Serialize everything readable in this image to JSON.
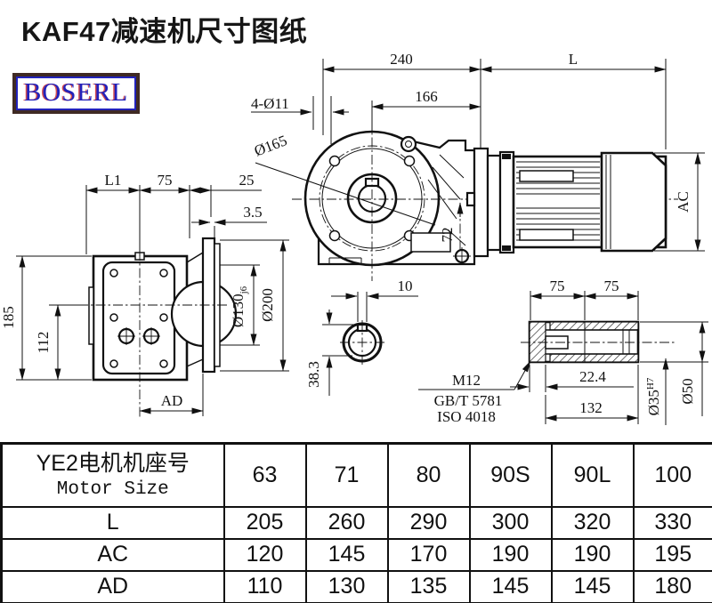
{
  "page": {
    "title": "KAF47减速机尺寸图纸",
    "logo_text": "BOSERL"
  },
  "dims": {
    "d240": "240",
    "dL": "L",
    "d166": "166",
    "d4xO11": "4-Ø11",
    "dO165": "Ø165",
    "d72": "72",
    "dAC": "AC",
    "dL1": "L1",
    "d75": "75",
    "d25": "25",
    "d3_5": "3.5",
    "d185": "185",
    "d112": "112",
    "dO130": "Ø130",
    "dO130_fit": "j6",
    "dO200": "Ø200",
    "dAD": "AD",
    "d10": "10",
    "d38_3": "38.3",
    "d75a": "75",
    "d75b": "75",
    "d22_4": "22.4",
    "d132": "132",
    "dO35": "Ø35",
    "dO35_fit": "H7",
    "dO50": "Ø50"
  },
  "note": {
    "thread": "M12",
    "std1": "GB/T 5781",
    "std2": "ISO 4018"
  },
  "table": {
    "header_cn": "YE2电机机座号",
    "header_en": "Motor Size",
    "sizes": [
      "63",
      "71",
      "80",
      "90S",
      "90L",
      "100"
    ],
    "rows": [
      {
        "label": "L",
        "values": [
          "205",
          "260",
          "290",
          "300",
          "320",
          "330"
        ]
      },
      {
        "label": "AC",
        "values": [
          "120",
          "145",
          "170",
          "190",
          "190",
          "195"
        ]
      },
      {
        "label": "AD",
        "values": [
          "110",
          "130",
          "135",
          "145",
          "145",
          "180"
        ]
      }
    ]
  },
  "colors": {
    "ink": "#111111",
    "logo_blue": "#2222bb",
    "logo_border": "#3f2a24",
    "logo_red": "#cc2222"
  }
}
